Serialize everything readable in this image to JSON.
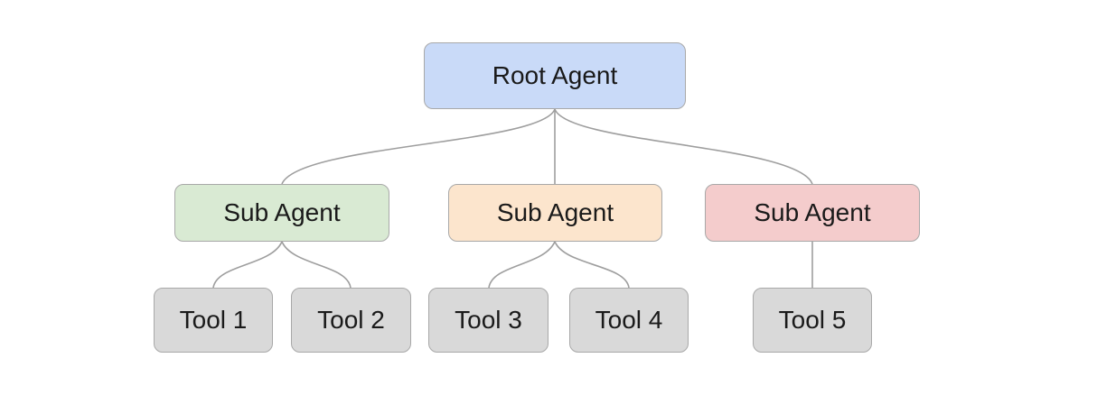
{
  "colors": {
    "root_fill": "#c9daf8",
    "sub_agent_1_fill": "#d9ead3",
    "sub_agent_2_fill": "#fce5cd",
    "sub_agent_3_fill": "#f4cccc",
    "tool_fill": "#d9d9d9",
    "border": "#a8a8a8",
    "connector": "#9e9e9e"
  },
  "diagram": {
    "root": {
      "label": "Root Agent"
    },
    "sub_agents": [
      {
        "label": "Sub Agent",
        "tools": [
          "Tool 1",
          "Tool 2"
        ]
      },
      {
        "label": "Sub Agent",
        "tools": [
          "Tool 3",
          "Tool 4"
        ]
      },
      {
        "label": "Sub Agent",
        "tools": [
          "Tool 5"
        ]
      }
    ]
  }
}
